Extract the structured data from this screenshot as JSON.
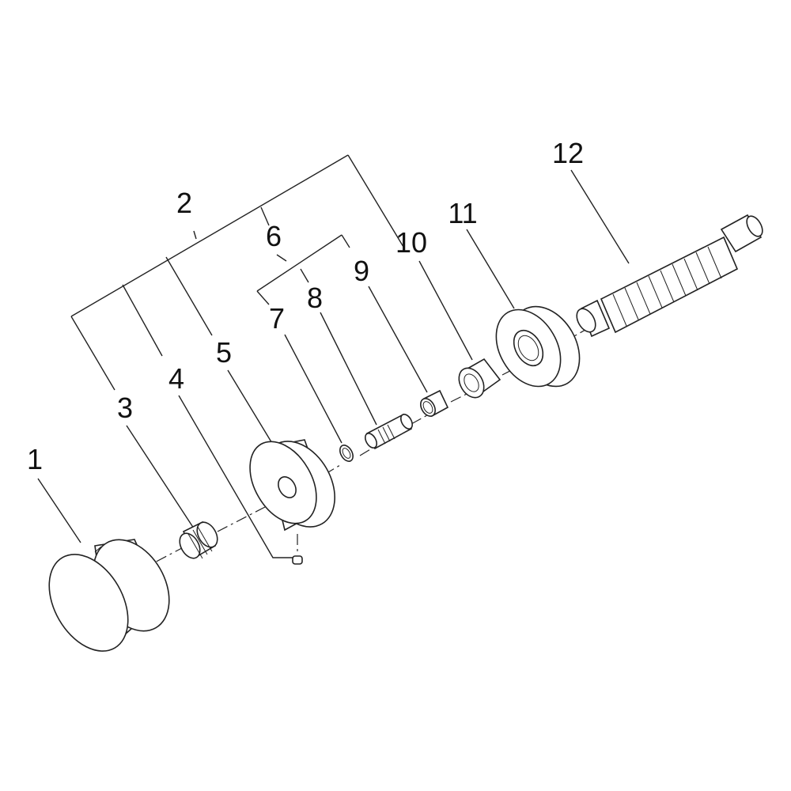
{
  "callouts": {
    "p1": "1",
    "p2": "2",
    "p3": "3",
    "p4": "4",
    "p5": "5",
    "p6": "6",
    "p7": "7",
    "p8": "8",
    "p9": "9",
    "p10": "10",
    "p11": "11",
    "p12": "12"
  }
}
